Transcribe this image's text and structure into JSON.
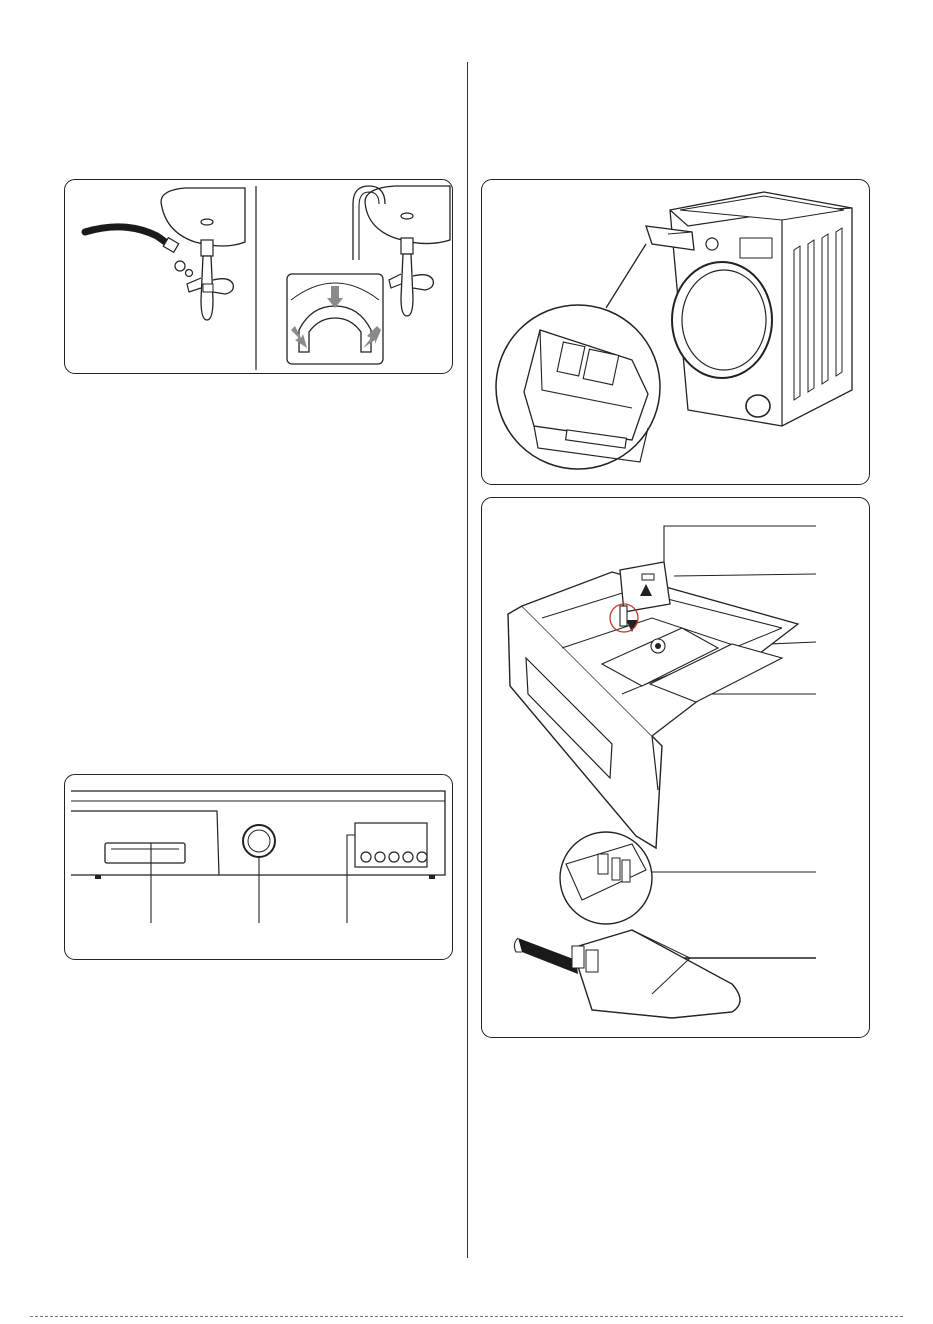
{
  "figures": {
    "drain_hose": {
      "icon": "drain-hose-connection-illustration"
    },
    "drawer_removal": {
      "icon": "washing-machine-detergent-drawer-illustration"
    },
    "drawer_parts": {
      "icon": "detergent-drawer-parts-illustration",
      "callout_count": 6
    },
    "control_panel": {
      "icon": "control-panel-illustration",
      "callout_count": 3,
      "button_count": 5
    }
  },
  "colors": {
    "line": "#222222",
    "arrow_gray": "#8a8a8a",
    "highlight_circle": "#c0392b",
    "hose_black": "#1a1a1a"
  }
}
